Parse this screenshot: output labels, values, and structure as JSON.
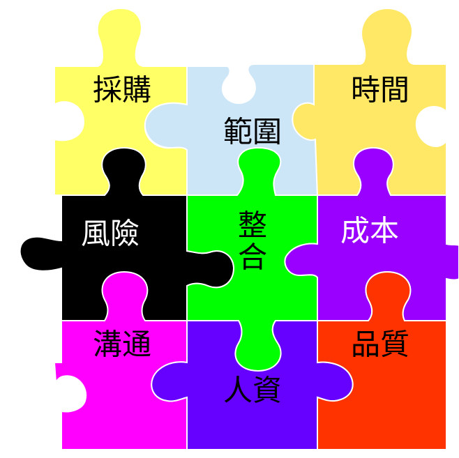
{
  "pieces": {
    "procurement": {
      "label": "採購",
      "color": "#FFFF66",
      "text_color": "#000000"
    },
    "scope": {
      "label": "範圍",
      "color": "#CCE6F8",
      "text_color": "#000000"
    },
    "time": {
      "label": "時間",
      "color": "#FFE866",
      "text_color": "#000000"
    },
    "risk": {
      "label": "風險",
      "color": "#000000",
      "text_color": "#FFFFFF"
    },
    "integration": {
      "label_line1": "整",
      "label_line2": "合",
      "color": "#00FF00",
      "text_color": "#000000"
    },
    "cost": {
      "label": "成本",
      "color": "#9900FF",
      "text_color": "#FFFFFF"
    },
    "communication": {
      "label": "溝通",
      "color": "#FF00FF",
      "text_color": "#000000"
    },
    "hr": {
      "label": "人資",
      "color": "#6600FF",
      "text_color": "#000000"
    },
    "quality": {
      "label": "品質",
      "color": "#FF3300",
      "text_color": "#000000"
    }
  }
}
